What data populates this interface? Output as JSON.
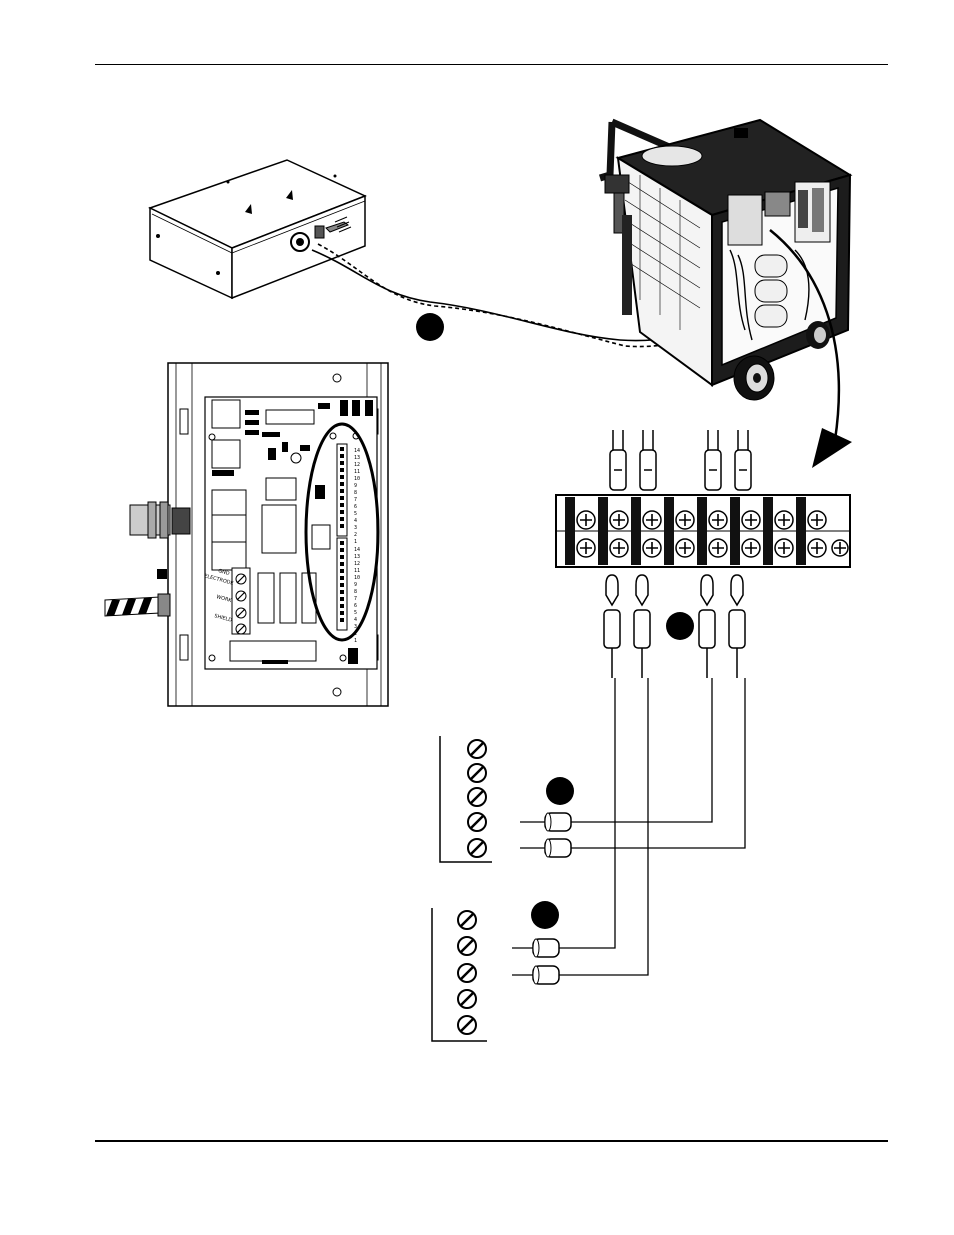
{
  "page": {
    "header_rule": true,
    "footer_rule": true
  },
  "callouts": [
    "",
    "",
    "",
    ""
  ],
  "pcb": {
    "terminal_labels": [
      "GND",
      "ELECTRODE",
      "WORK",
      "SHIELD"
    ],
    "pin_numbers_top": [
      "14",
      "13",
      "12",
      "11",
      "10",
      "9",
      "8",
      "7",
      "6",
      "5",
      "4",
      "3",
      "2",
      "1"
    ],
    "pin_numbers_bottom": [
      "14",
      "13",
      "12",
      "11",
      "10",
      "9",
      "8",
      "7",
      "6",
      "5",
      "4",
      "3",
      "2",
      "1"
    ]
  },
  "colors": {
    "ink": "#000000",
    "paper": "#ffffff",
    "metal_grey": "#9a9a9a",
    "dark_body": "#1a1a1a"
  }
}
